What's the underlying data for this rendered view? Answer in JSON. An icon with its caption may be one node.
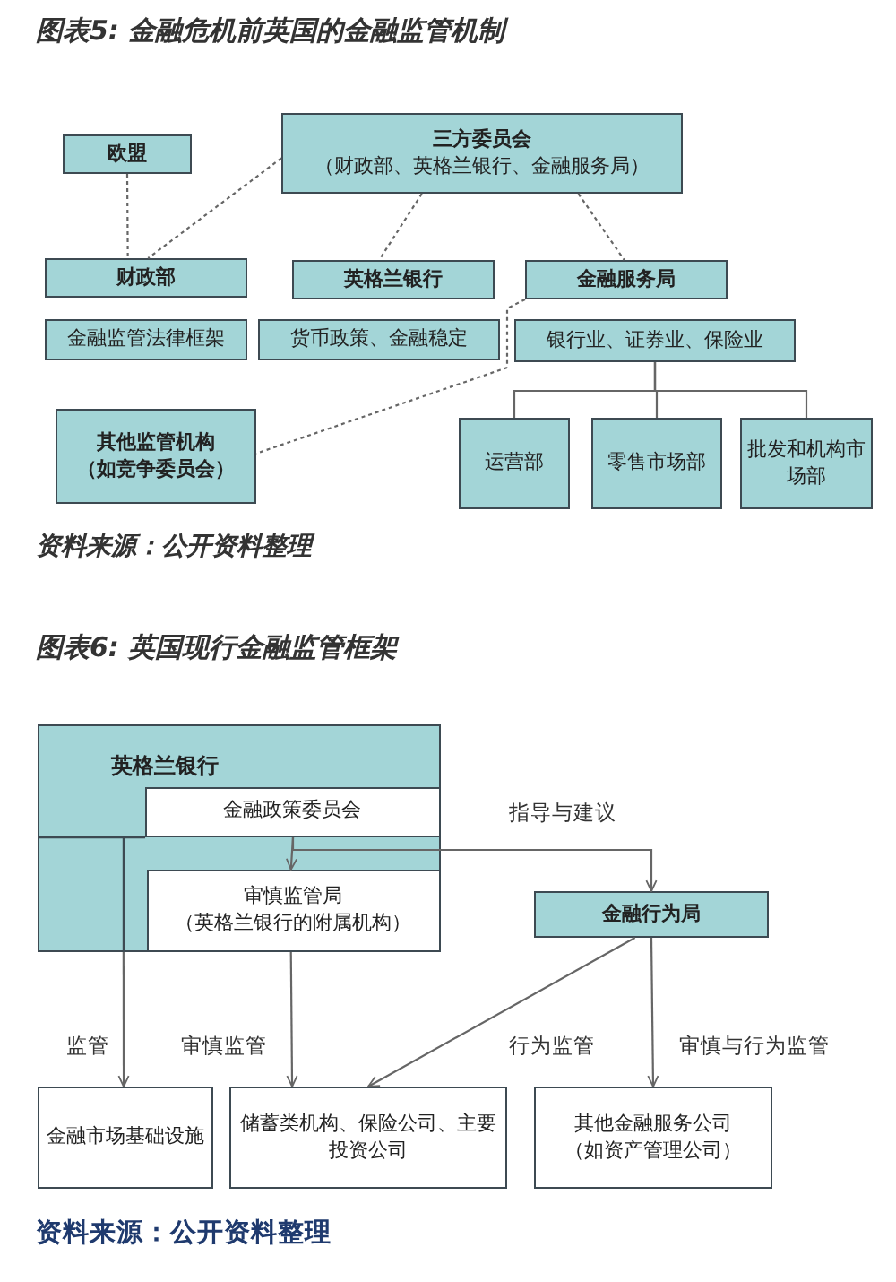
{
  "diagram": {
    "title": "图表5: 金融危机前英国的金融监管机制",
    "nodes": [
      {
        "text": [
          "三方委员会",
          "（财政部、英格兰银行、金融服务局）"
        ]
      },
      {
        "text": [
          "欧盟"
        ]
      },
      {
        "text": [
          "财政部"
        ]
      },
      {
        "text": [
          "英格兰银行"
        ]
      },
      {
        "text": [
          "金融服务局"
        ]
      },
      {
        "text": [
          "金融监管法律框架"
        ]
      },
      {
        "text": [
          "货币政策、金融稳定"
        ]
      },
      {
        "text": [
          "银行业、证券业、保险业"
        ]
      },
      {
        "text": [
          "其他监管机构",
          "（如竞争委员会）"
        ]
      },
      {
        "text": [
          "运营部"
        ]
      },
      {
        "text": [
          "零售市场部"
        ]
      },
      {
        "text": [
          "批发和机构市场部"
        ]
      },
      {
        "text": [
          "英格兰银行"
        ]
      },
      {
        "text": [
          "金融政策委员会"
        ],
        "in": 12
      },
      {
        "text": [
          "审慎监管局",
          "（英格兰银行的附属机构）"
        ],
        "in": 12
      },
      {
        "text": [
          "金融行为局"
        ]
      },
      {
        "text": [
          "金融市场基础设施"
        ]
      },
      {
        "text": [
          "储蓄类机构、保险公司、主要投资公司"
        ]
      },
      {
        "text": [
          "其他金融服务公司",
          "（如资产管理公司）"
        ]
      }
    ],
    "edges": [
      {
        "from": 1,
        "to": 2,
        "arrow": "none",
        "style": "dashed"
      },
      {
        "from": 0,
        "to": 2,
        "arrow": "none",
        "style": "dashed"
      },
      {
        "from": 0,
        "to": 3,
        "arrow": "none",
        "style": "dashed"
      },
      {
        "from": 0,
        "to": 4,
        "arrow": "none",
        "style": "dashed"
      },
      {
        "from": 4,
        "to": 8,
        "arrow": "none",
        "style": "dashed"
      },
      {
        "from": 7,
        "to": 9,
        "arrow": "none"
      },
      {
        "from": 7,
        "to": 10,
        "arrow": "none"
      },
      {
        "from": 7,
        "to": 11,
        "arrow": "none"
      },
      {
        "from": 13,
        "to": 14,
        "arrow": "to"
      },
      {
        "from": 13,
        "to": 15,
        "arrow": "to",
        "label": "指导与建议"
      },
      {
        "from": 12,
        "to": 16,
        "arrow": "to",
        "label": "监管"
      },
      {
        "from": 14,
        "to": 17,
        "arrow": "to",
        "label": "审慎监管"
      },
      {
        "from": 15,
        "to": 17,
        "arrow": "to",
        "label": "行为监管"
      },
      {
        "from": 15,
        "to": 18,
        "arrow": "to",
        "label": "审慎与行为监管"
      }
    ],
    "labels": [
      "资料来源：公开资料整理",
      "图表6: 英国现行金融监管框架",
      "资料来源：公开资料整理"
    ]
  }
}
